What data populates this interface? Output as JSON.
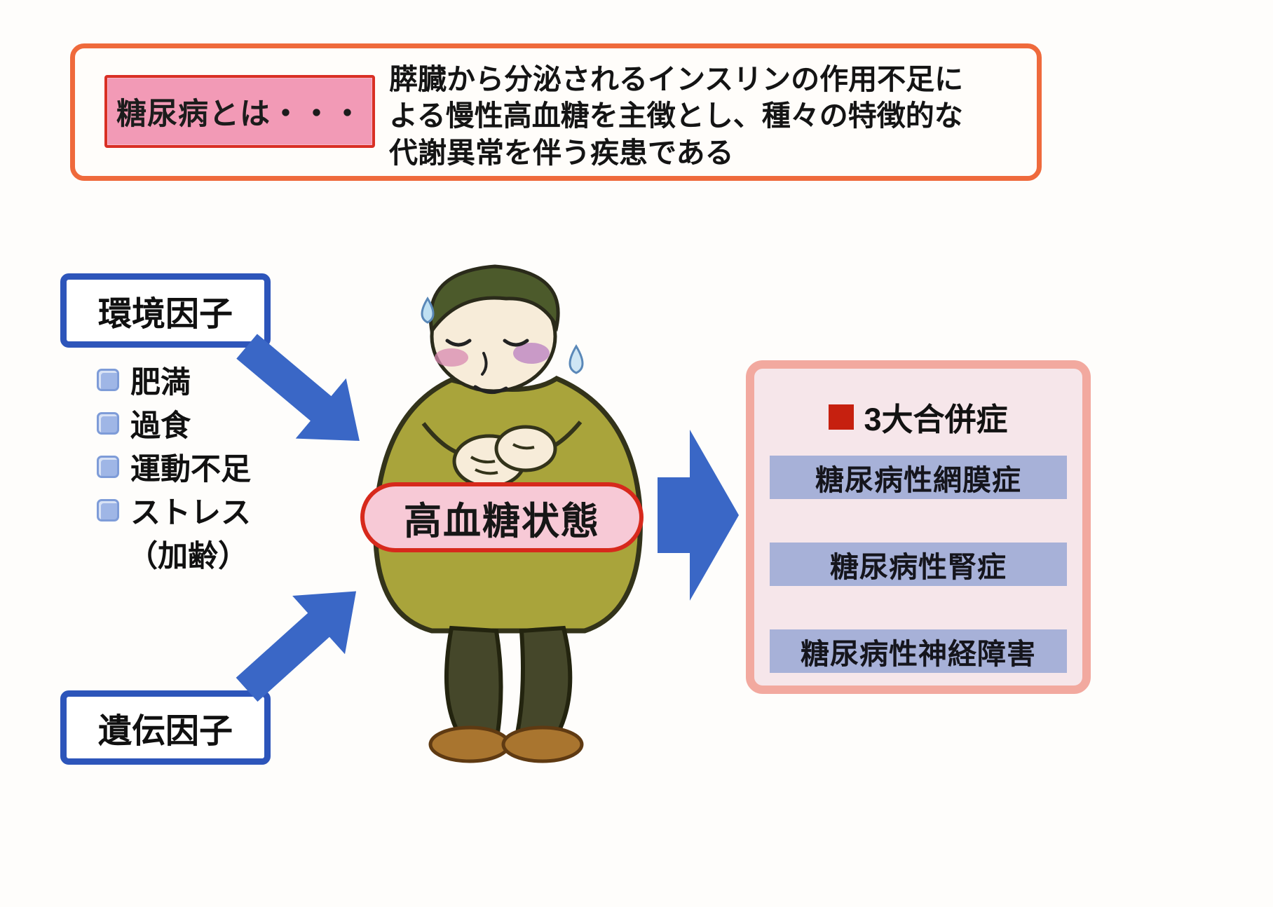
{
  "definition": {
    "label": "糖尿病とは・・・",
    "line1": "膵臓から分泌されるインスリンの作用不足に",
    "line2": "よる慢性高血糖を主徴とし、種々の特徴的な",
    "line3": "代謝異常を伴う疾患である"
  },
  "factors": {
    "environment": {
      "title": "環境因子",
      "items": [
        "肥満",
        "過食",
        "運動不足",
        "ストレス"
      ],
      "note": "（加齢）"
    },
    "genetic": {
      "title": "遺伝因子"
    }
  },
  "center": {
    "state_label": "高血糖状態"
  },
  "complications": {
    "title": "3大合併症",
    "items": [
      "糖尿病性網膜症",
      "糖尿病性腎症",
      "糖尿病性神経障害"
    ]
  },
  "colors": {
    "panel_border_orange": "#ef6a3c",
    "label_pink": "#f29ab6",
    "label_border_red": "#d93025",
    "factor_border_blue": "#2d55ba",
    "arrow_blue": "#3a67c6",
    "pill_pink": "#f7c9d6",
    "pill_border_red": "#d7291c",
    "comp_border": "#f2a99f",
    "comp_bg": "#f6e6ea",
    "comp_bar": "#a7b1d8",
    "red_square": "#c6200f"
  }
}
